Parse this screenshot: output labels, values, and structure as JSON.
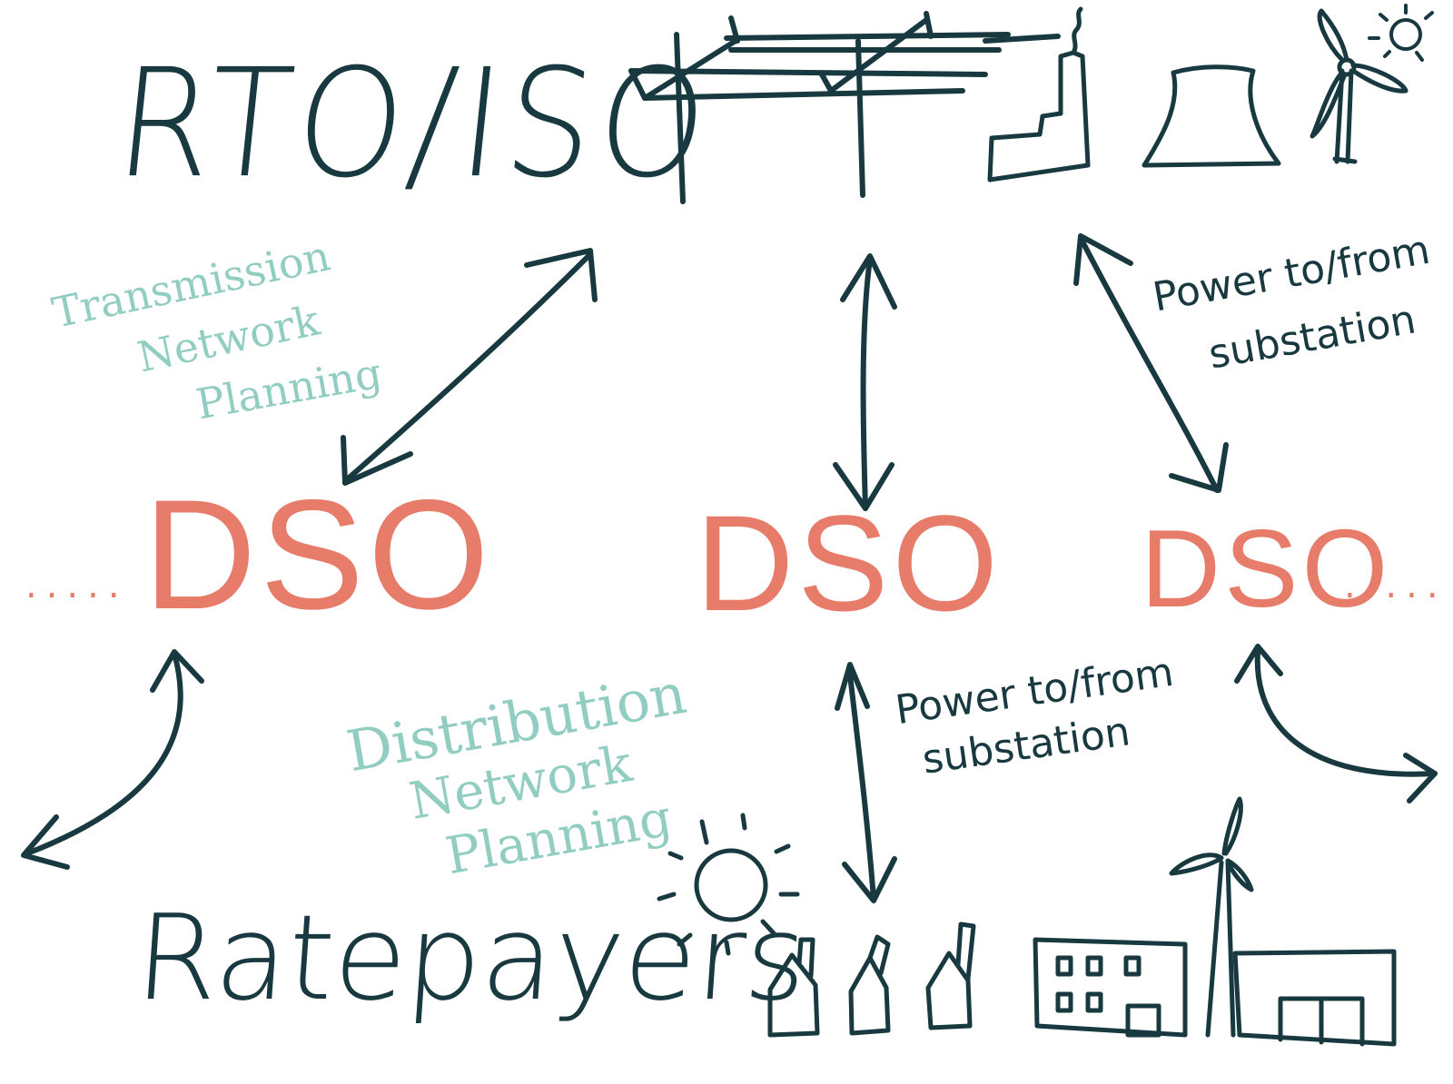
{
  "diagram": {
    "top_entity": "RTO/ISO",
    "bottom_entity": "Ratepayers",
    "middle_entities": [
      "DSO",
      "DSO",
      "DSO"
    ],
    "planning_labels": {
      "transmission": [
        "Transmission",
        "Network",
        "Planning"
      ],
      "distribution": [
        "Distribution",
        "Network",
        "Planning"
      ]
    },
    "flow_labels": {
      "upper_right": [
        "Power to/from",
        "substation"
      ],
      "lower_middle": [
        "Power to/from",
        "substation"
      ]
    },
    "ellipsis_left": ".....",
    "ellipsis_right": ".....",
    "icons": [
      "transmission-tower-icon",
      "factory-icon",
      "cooling-tower-icon",
      "wind-turbine-icon",
      "sun-icon",
      "house-icon",
      "office-building-icon",
      "warehouse-icon"
    ],
    "colors": {
      "ink": "#18393f",
      "dso": "#e67c69",
      "planning": "#92cdc2",
      "background": "#ffffff"
    }
  }
}
